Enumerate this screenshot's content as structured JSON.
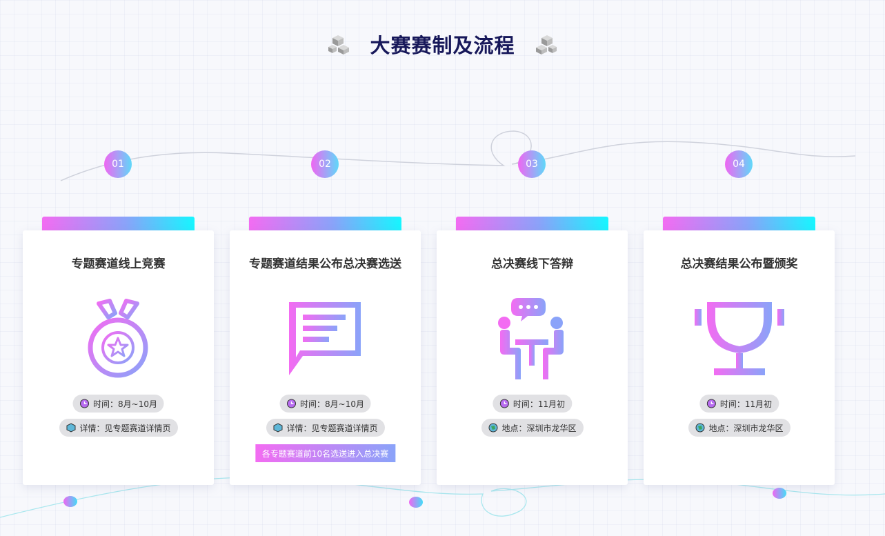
{
  "page": {
    "title": "大赛赛制及流程"
  },
  "colors": {
    "title": "#17185a",
    "gradient_start": "#f36cf2",
    "gradient_mid": "#8aa3f9",
    "gradient_end": "#16f6ff",
    "pill_bg": "#e1e1e4"
  },
  "steps": [
    {
      "number": "01",
      "title": "专题赛道线上竞赛",
      "icon": "medal-icon",
      "time_label": "时间：8月~10月",
      "info_label": "详情：见专题赛道详情页",
      "info_icon": "detail-icon",
      "note": ""
    },
    {
      "number": "02",
      "title": "专题赛道结果公布总决赛选送",
      "icon": "message-board-icon",
      "time_label": "时间：8月~10月",
      "info_label": "详情：见专题赛道详情页",
      "info_icon": "detail-icon",
      "note": "各专题赛道前10名选送进入总决赛"
    },
    {
      "number": "03",
      "title": "总决赛线下答辩",
      "icon": "discussion-table-icon",
      "time_label": "时间：11月初",
      "info_label": "地点：深圳市龙华区",
      "info_icon": "location-icon",
      "note": ""
    },
    {
      "number": "04",
      "title": "总决赛结果公布暨颁奖",
      "icon": "trophy-icon",
      "time_label": "时间：11月初",
      "info_label": "地点：深圳市龙华区",
      "info_icon": "location-icon",
      "note": ""
    }
  ]
}
